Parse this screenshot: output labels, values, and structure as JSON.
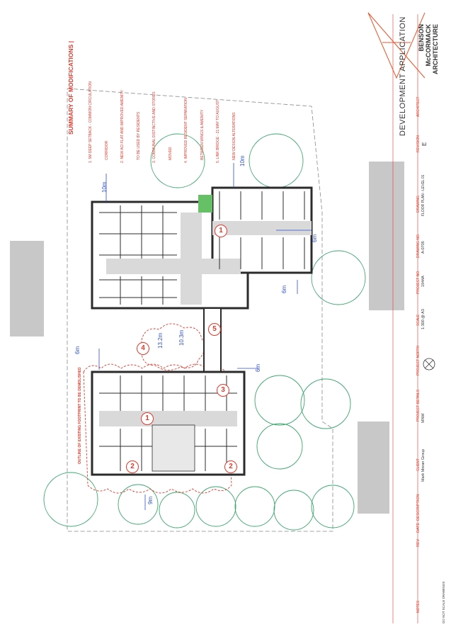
{
  "sheet": {
    "title": "DEVELOPMENT APPLICATION",
    "firm": [
      "BENSON",
      "McCORMACK",
      "ARCHITECTURE"
    ],
    "architect_label": "ARCHITECT",
    "revision_label": "REVISION",
    "revision_value": "E",
    "drawing_label": "DRAWING",
    "drawing_value": "FLOOR PLAN - LEVEL 01",
    "drawing_no_label": "DRAWING NO.",
    "drawing_no_value": "A-0705",
    "project_no_label": "PROJECT NO.",
    "project_no_value": "1944A",
    "scale_label": "SCALE",
    "scale_value": "1:300 @ A3",
    "project_north_label": "PROJECT NORTH",
    "project_details_label": "PROJECT DETAILS",
    "project_details_value": "MNW",
    "client_label": "CLIENT",
    "client_value": "Mark Moran Group",
    "rev_label": "REV",
    "date_label": "DATE",
    "description_label": "DESCRIPTION",
    "notes_label": "NOTES",
    "do_not_scale": "DO NOT SCALE DRAWINGS"
  },
  "modifications": {
    "title": "SUMMARY OF MODIFICATIONS |",
    "items": [
      "1. 5M DEEP SETBACK - COMMON CIRCULATION",
      "   CORRIDOR",
      "2. NEW ACI FLAT AND IMPROVED AMENITY",
      "   TO BE USED BY RESIDENTS",
      "3. COMMUNAL DISTINCTIVE AND STORES",
      "   MOVED",
      "4. IMPROVED RESIDENT SEPARATION",
      "   BETWEEN WINGS & AMENITY",
      "5. LINK BRIDGE - 21 MAY TO AUGUST",
      "   NEW DESIGN ALTERATIONS"
    ]
  },
  "markers": [
    "1",
    "1",
    "2",
    "2",
    "3",
    "4",
    "5"
  ],
  "dimensions": [
    "10m",
    "10m",
    "6m",
    "6m",
    "6m",
    "6m",
    "13.2m",
    "10.3m",
    "9m"
  ],
  "site_note": "OUTLINE OF EXISTING FOOTPRINT TO BE DEMOLISHED",
  "colors": {
    "red": "#e0392b",
    "blue": "#2d4fd6",
    "grey_building": "#c8c8c8",
    "tree_green": "#3aa76d",
    "dark": "#2b2b2b",
    "orange_logo": "#e8552a"
  }
}
